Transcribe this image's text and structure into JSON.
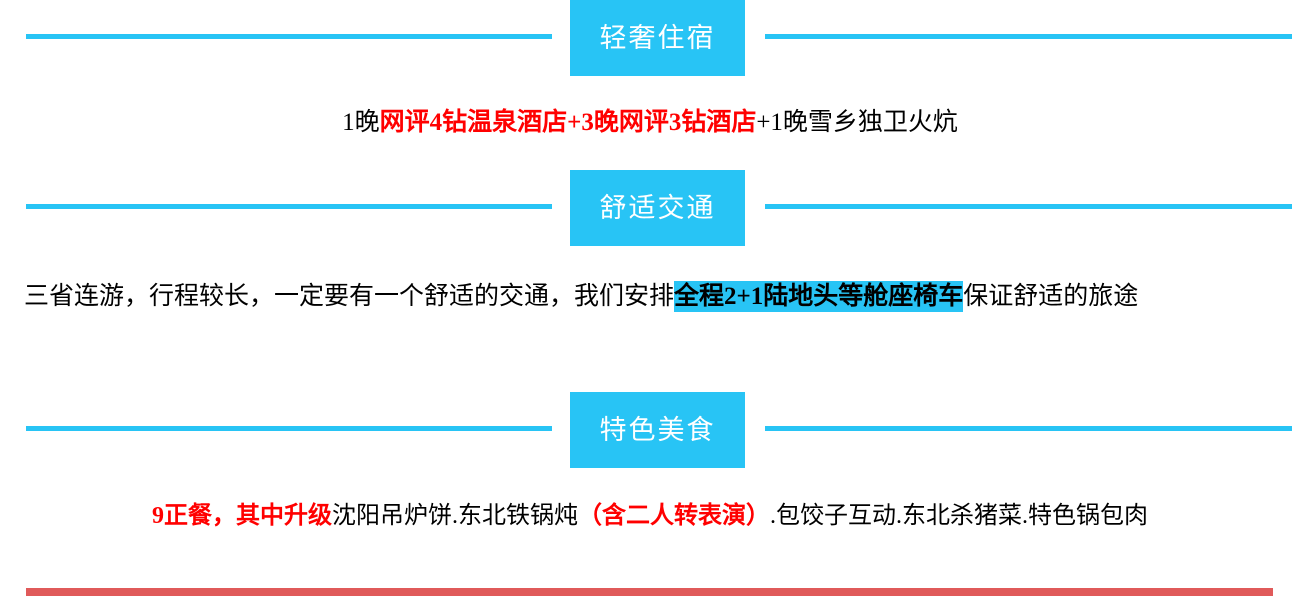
{
  "theme": {
    "accent_blue": "#28c4f5",
    "accent_red": "#ff0000",
    "bottom_rule_red": "#e05a5a",
    "text_black": "#000000",
    "background": "#ffffff"
  },
  "sections": [
    {
      "badge_label": "轻奢住宿",
      "paragraph_runs": [
        {
          "text": "1晚",
          "color": "black",
          "bold": false,
          "highlight": false
        },
        {
          "text": "网评4钻温泉酒店+3晚网评3钻酒店",
          "color": "red",
          "bold": true,
          "highlight": false
        },
        {
          "text": "+1晚雪乡独卫火炕",
          "color": "black",
          "bold": false,
          "highlight": false
        }
      ],
      "paragraph_plain": "1晚网评4钻温泉酒店+3晚网评3钻酒店+1晚雪乡独卫火炕"
    },
    {
      "badge_label": "舒适交通",
      "paragraph_runs": [
        {
          "text": "三省连游，行程较长，一定要有一个舒适的交通，我们安排",
          "color": "black",
          "bold": false,
          "highlight": false
        },
        {
          "text": "全程2+1陆地头等舱座椅车",
          "color": "black",
          "bold": true,
          "highlight": true
        },
        {
          "text": "保证舒适的旅途",
          "color": "black",
          "bold": false,
          "highlight": false
        }
      ],
      "paragraph_plain": "三省连游，行程较长，一定要有一个舒适的交通，我们安排全程2+1陆地头等舱座椅车保证舒适的旅途"
    },
    {
      "badge_label": "特色美食",
      "paragraph_runs": [
        {
          "text": "9正餐，其中升级",
          "color": "red",
          "bold": true,
          "highlight": false
        },
        {
          "text": "沈阳吊炉饼.东北铁锅炖",
          "color": "black",
          "bold": false,
          "highlight": false
        },
        {
          "text": "（含二人转表演）",
          "color": "red",
          "bold": true,
          "highlight": false
        },
        {
          "text": ".包饺子互动.东北杀猪菜.特色锅包肉",
          "color": "black",
          "bold": false,
          "highlight": false
        }
      ],
      "paragraph_plain": "9正餐，其中升级沈阳吊炉饼.东北铁锅炖（含二人转表演）.包饺子互动.东北杀猪菜.特色锅包肉"
    }
  ]
}
